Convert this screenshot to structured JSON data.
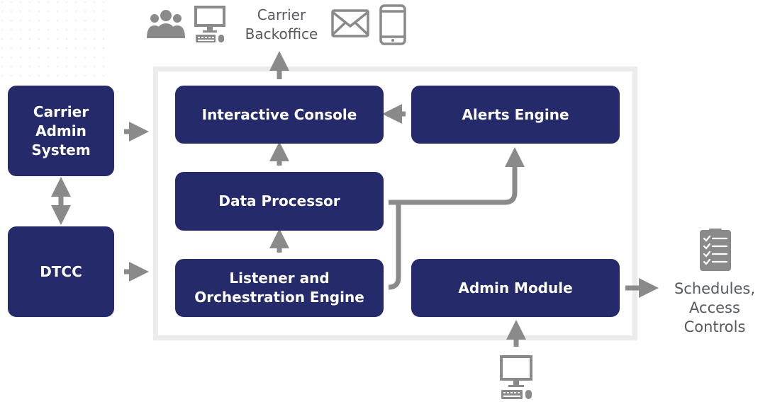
{
  "colors": {
    "node_fill": "#252a6b",
    "node_text": "#ffffff",
    "connector": "#8a8a8a",
    "frame": "#ebebeb",
    "label_text": "#555a60"
  },
  "top": {
    "label": "Carrier\nBackoffice",
    "icons": [
      "users-icon",
      "desktop-computer-icon",
      "envelope-icon",
      "mobile-phone-icon"
    ]
  },
  "nodes": {
    "carrier_admin_system": "Carrier\nAdmin\nSystem",
    "dtcc": "DTCC",
    "interactive_console": "Interactive Console",
    "alerts_engine": "Alerts Engine",
    "data_processor": "Data Processor",
    "listener": "Listener and\nOrchestration Engine",
    "admin_module": "Admin Module"
  },
  "outputs": {
    "schedules_label": "Schedules,\nAccess\nControls",
    "schedules_icon": "checklist-icon",
    "admin_input_icon": "desktop-computer-icon"
  }
}
